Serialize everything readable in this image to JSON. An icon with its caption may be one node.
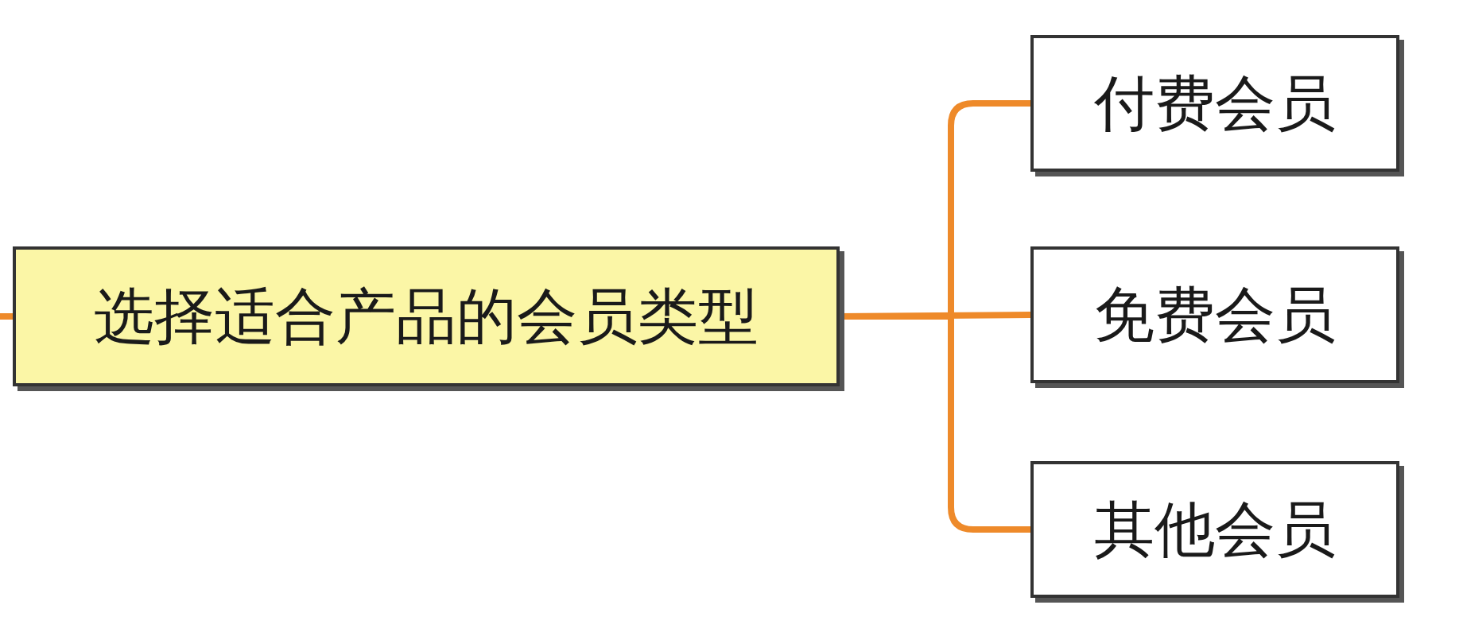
{
  "diagram": {
    "nodes": [
      {
        "text": [
          "选择适合产品的会员类型"
        ]
      },
      {
        "text": [
          "付费会员"
        ]
      },
      {
        "text": [
          "免费会员"
        ]
      },
      {
        "text": [
          "其他会员"
        ]
      }
    ],
    "edges": [
      {
        "from": null,
        "to": 0,
        "arrow": "none"
      },
      {
        "from": 0,
        "to": 1,
        "arrow": "none"
      },
      {
        "from": 0,
        "to": 2,
        "arrow": "none"
      },
      {
        "from": 0,
        "to": 3,
        "arrow": "none"
      }
    ]
  }
}
